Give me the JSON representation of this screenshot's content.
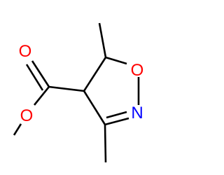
{
  "structure": {
    "atoms": {
      "carbonyl_oxygen": {
        "symbol": "O",
        "color": "#ff0000"
      },
      "ester_oxygen": {
        "symbol": "O",
        "color": "#ff0000"
      },
      "ring_oxygen": {
        "symbol": "O",
        "color": "#ff0000"
      },
      "ring_nitrogen": {
        "symbol": "N",
        "color": "#0000ff"
      }
    },
    "bond_color": "#000000"
  }
}
